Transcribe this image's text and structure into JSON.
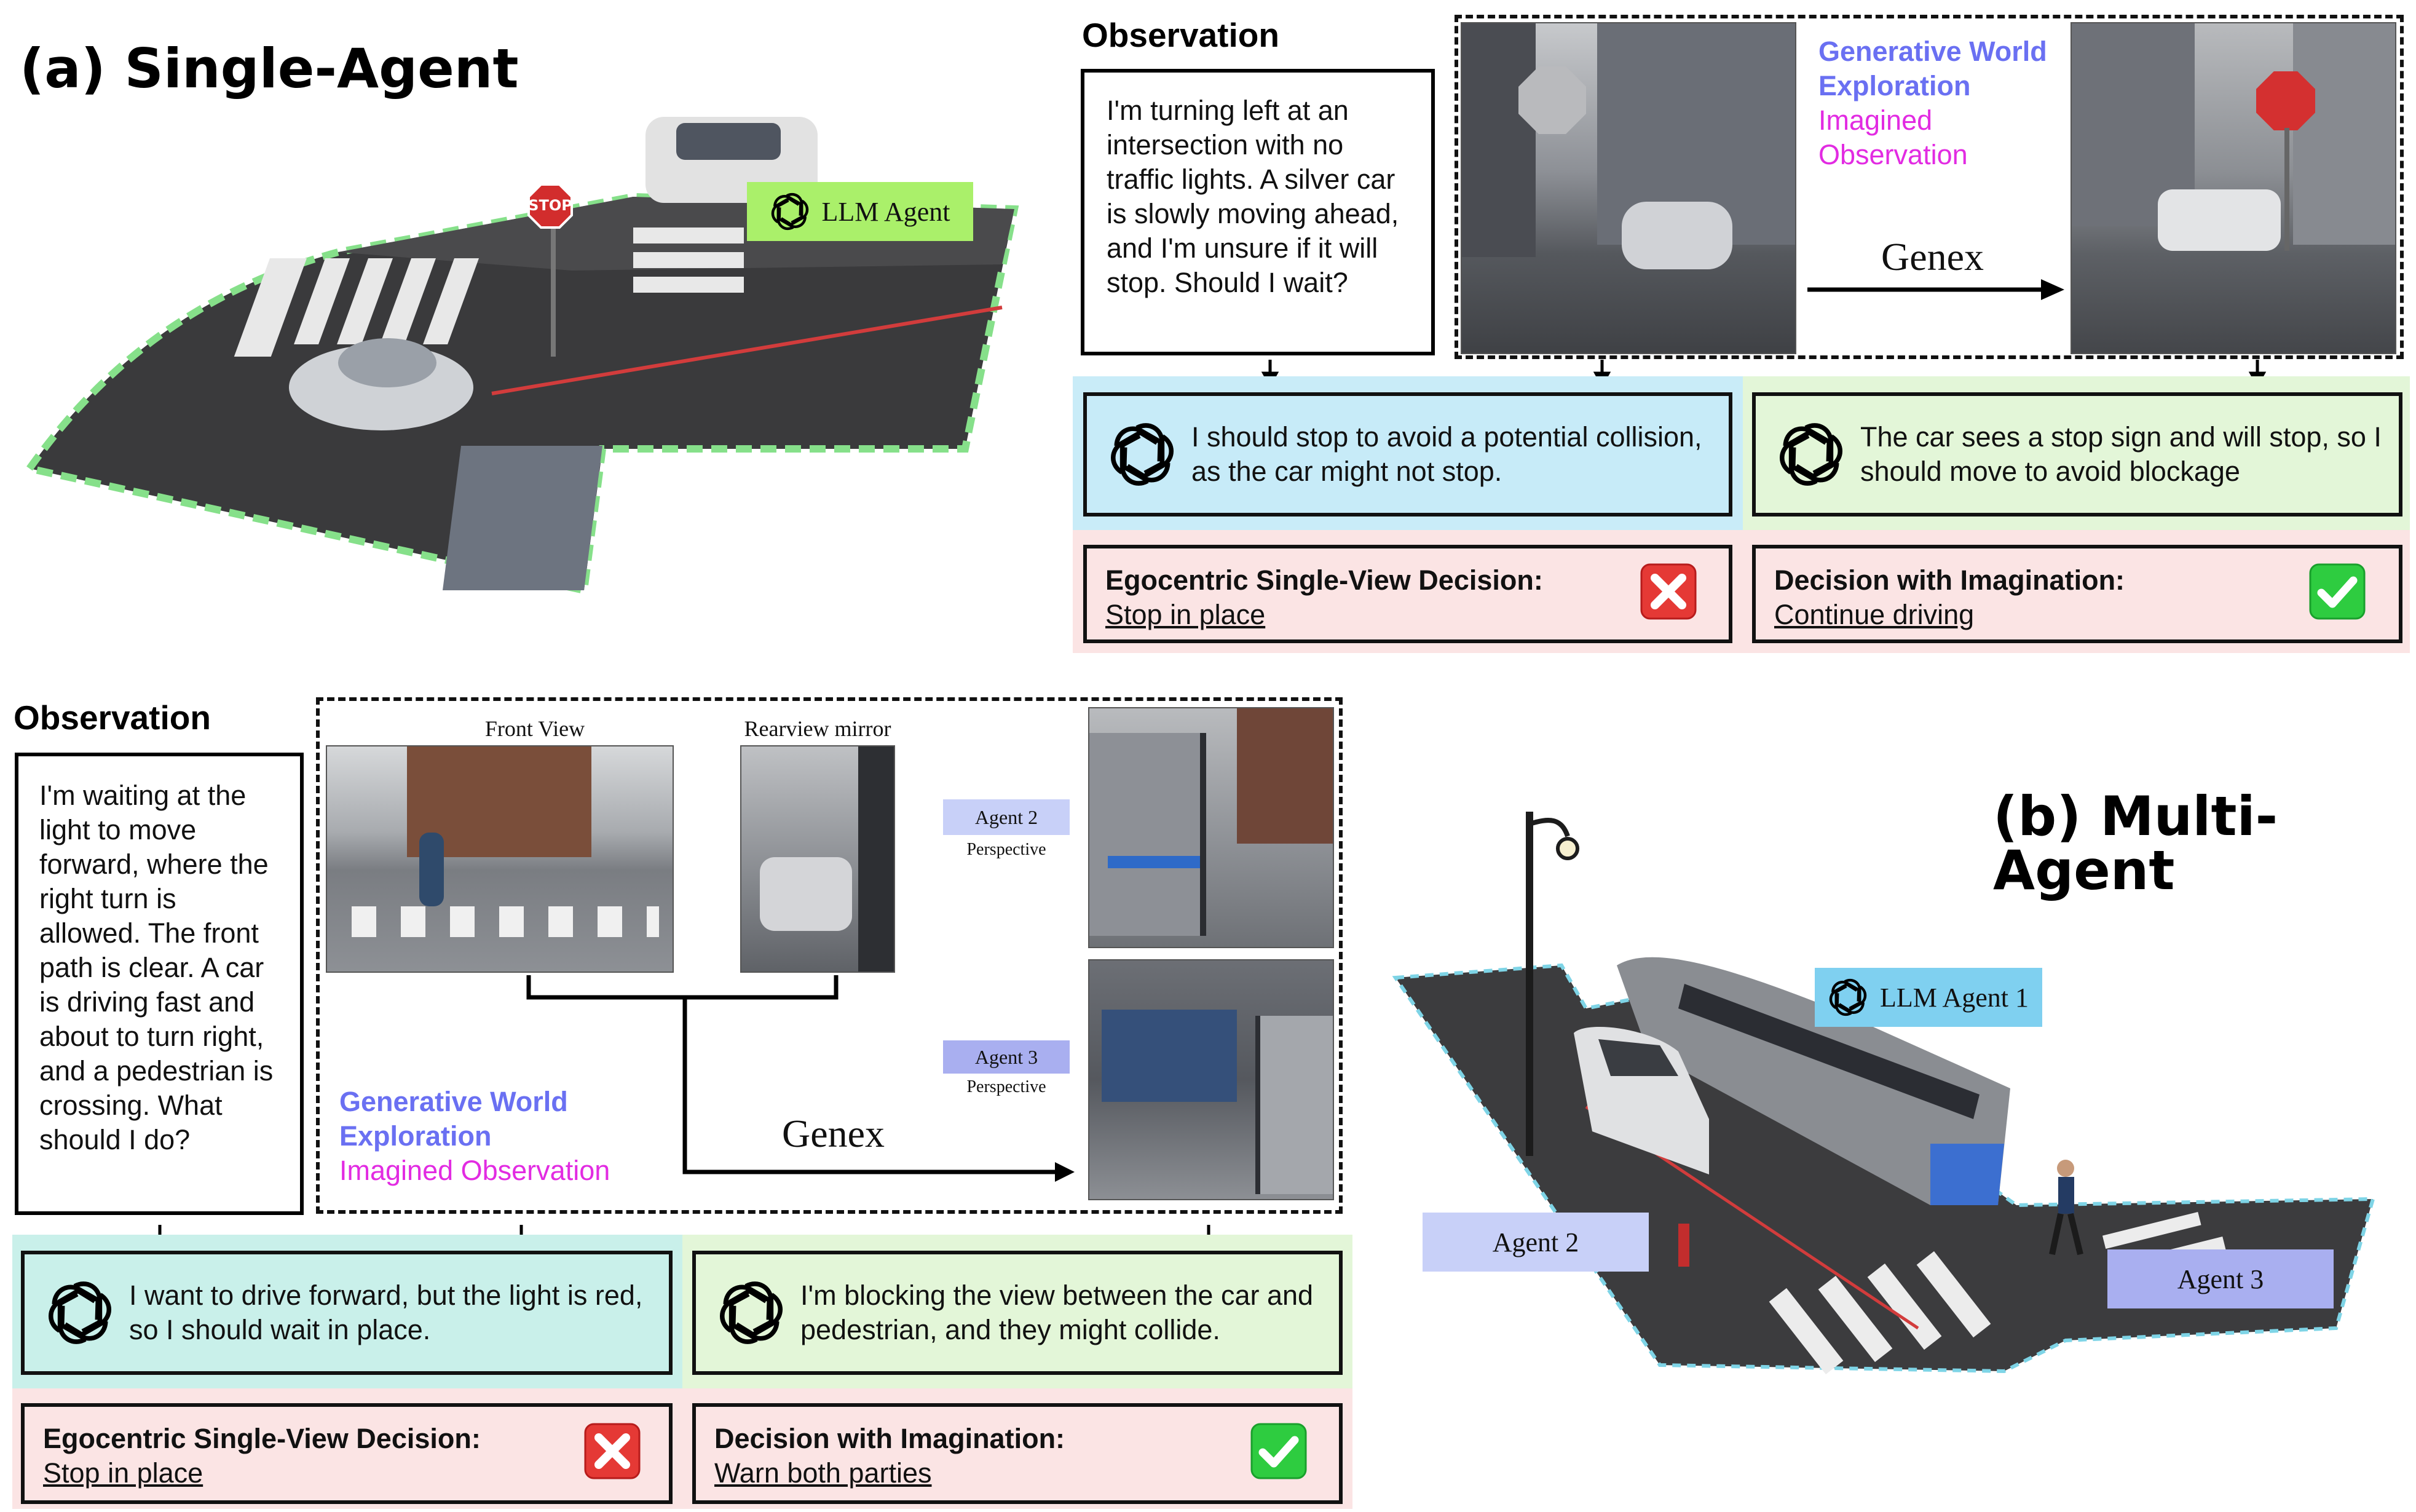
{
  "single": {
    "title": "(a) Single-Agent",
    "llm_tag": "LLM Agent",
    "observation_heading": "Observation",
    "observation_text": "I'm turning left at an intersection with no traffic lights. A silver car is slowly moving ahead, and I'm unsure if it will stop. Should I wait?",
    "gwe_line1": "Generative World",
    "gwe_line2": "Exploration",
    "imagined_line1": "Imagined",
    "imagined_line2": "Observation",
    "genex_label": "Genex",
    "reason_left": "I should stop to avoid a potential collision, as the car might not stop.",
    "reason_right": "The car sees a stop sign and will stop, so I should move to avoid blockage",
    "decision_left_label": "Egocentric Single-View Decision:",
    "decision_left_action": "Stop in place",
    "decision_right_label": "Decision with Imagination:",
    "decision_right_action": "Continue driving"
  },
  "multi": {
    "title": "(b) Multi-Agent",
    "observation_heading": "Observation",
    "observation_text": "I'm waiting at the light to move forward, where the right turn is allowed. The front path is clear. A car is driving fast and about to turn right, and a pedestrian is crossing. What should I do?",
    "front_view_label": "Front View",
    "rearview_label": "Rearview mirror",
    "agent2_tag": "Agent 2",
    "agent3_tag": "Agent 3",
    "perspective_label": "Perspective",
    "gwe_line1": "Generative World",
    "gwe_line2": "Exploration",
    "imagined_label": "Imagined Observation",
    "genex_label": "Genex",
    "llm_tag": "LLM Agent 1",
    "scene_agent2": "Agent 2",
    "scene_agent3": "Agent 3",
    "reason_left": "I want to drive forward, but the light is red, so I should wait in place.",
    "reason_right": "I'm blocking the view between the car and pedestrian, and they might collide.",
    "decision_left_label": "Egocentric Single-View Decision:",
    "decision_left_action": "Stop in place",
    "decision_right_label": "Decision with Imagination:",
    "decision_right_action": "Warn both parties"
  },
  "colors": {
    "gwe_blue": "#6a70f2",
    "imagined_magenta": "#e22be2",
    "band_blue": "#c9ecf8",
    "band_green": "#e3f6d8",
    "band_pink": "#fbe4e4",
    "band_teal": "#c9f0ea",
    "llm_green": "#aaf06a",
    "llm_blue": "#7fd0f0",
    "agent_tag": "#c8d0f8",
    "wrong_red": "#e53935",
    "correct_green": "#2ecc40"
  },
  "icons": {
    "reasoning": "openai-logo-icon",
    "wrong": "red-cross-icon",
    "correct": "green-check-icon"
  }
}
